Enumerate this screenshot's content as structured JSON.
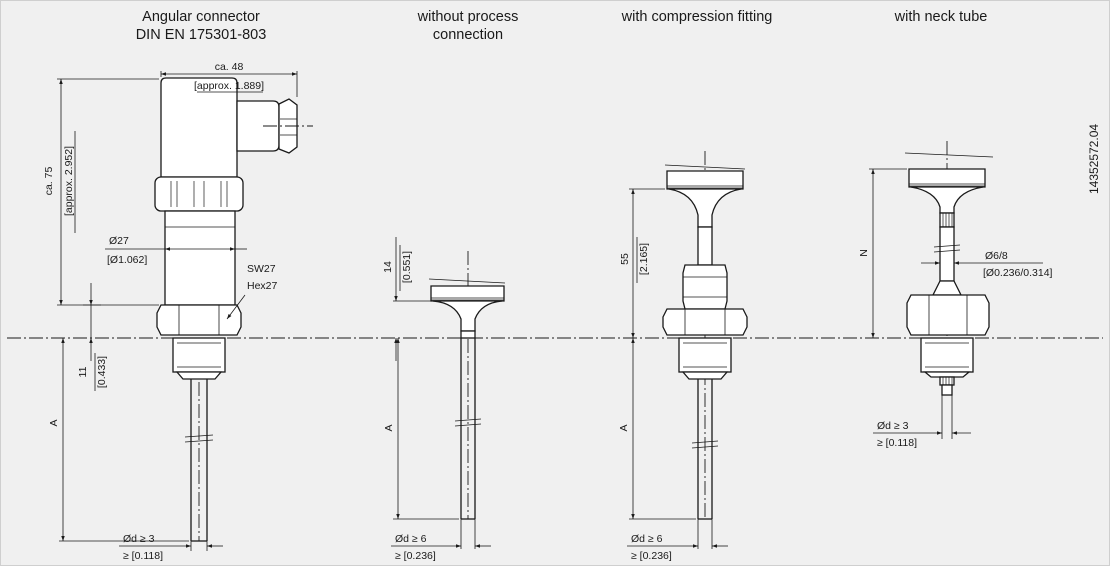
{
  "headers": {
    "angular_line1": "Angular connector",
    "angular_line2": "DIN EN 175301-803",
    "without_line1": "without process",
    "without_line2": "connection",
    "compression": "with compression fitting",
    "neck_tube": "with neck tube"
  },
  "drawing_number": "14352572.04",
  "dimensions": {
    "angular": {
      "width_mm": "ca. 48",
      "width_in": "[approx. 1.889]",
      "height_mm": "ca. 75",
      "height_in": "[approx. 2.952]",
      "diam_mm": "Ø27",
      "diam_in": "[Ø1.062]",
      "hex_sw": "SW27",
      "hex_en": "Hex27",
      "thread_mm": "11",
      "thread_in": "[0.433]",
      "length": "A",
      "probe_mm": "Ød ≥ 3",
      "probe_in": "≥ [0.118]"
    },
    "without": {
      "head_mm": "14",
      "head_in": "[0.551]",
      "length": "A",
      "probe_mm": "Ød ≥ 6",
      "probe_in": "≥ [0.236]"
    },
    "compression": {
      "height_mm": "55",
      "height_in": "[2.165]",
      "length": "A",
      "probe_mm": "Ød ≥ 6",
      "probe_in": "≥ [0.236]"
    },
    "neck": {
      "neck_length": "N",
      "neck_diam_mm": "Ø6/8",
      "neck_diam_in": "[Ø0.236/0.314]",
      "probe_mm": "Ød ≥ 3",
      "probe_in": "≥ [0.118]"
    }
  }
}
